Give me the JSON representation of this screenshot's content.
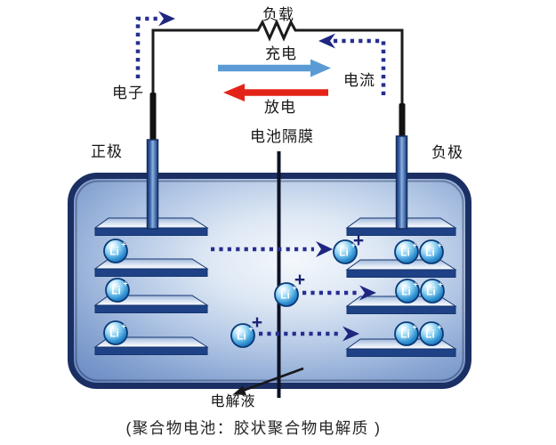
{
  "diagram": {
    "title_caption": "(聚合物电池：胶状聚合物电解质 )",
    "labels": {
      "load": "负载",
      "charge": "充电",
      "discharge": "放电",
      "electron": "电子",
      "current": "电流",
      "positive_electrode": "正极",
      "separator": "电池隔膜",
      "negative_electrode": "负极",
      "electrolyte": "电解液"
    },
    "ion": {
      "symbol": "Li",
      "charge": "+"
    },
    "arrows": {
      "charge_direction": "right",
      "discharge_direction": "left",
      "electron_flow_style": "dotted",
      "ion_flow_rows": 3
    },
    "counts": {
      "left_plates": 4,
      "right_plates": 4,
      "left_ions": 3,
      "free_ions": 3,
      "right_ion_pairs": 3
    },
    "colors": {
      "charge_arrow": "#5b9bd5",
      "discharge_arrow": "#e42318",
      "electron_flow_dots": "#262e8f",
      "battery_border": "#1b2f63",
      "battery_fill_center": "#f4f8fc",
      "battery_fill_edge": "#6b8cc4",
      "plate_front": "#1f4186",
      "ion_body": "#2e8fd0",
      "wire": "#1b1b1b"
    }
  }
}
